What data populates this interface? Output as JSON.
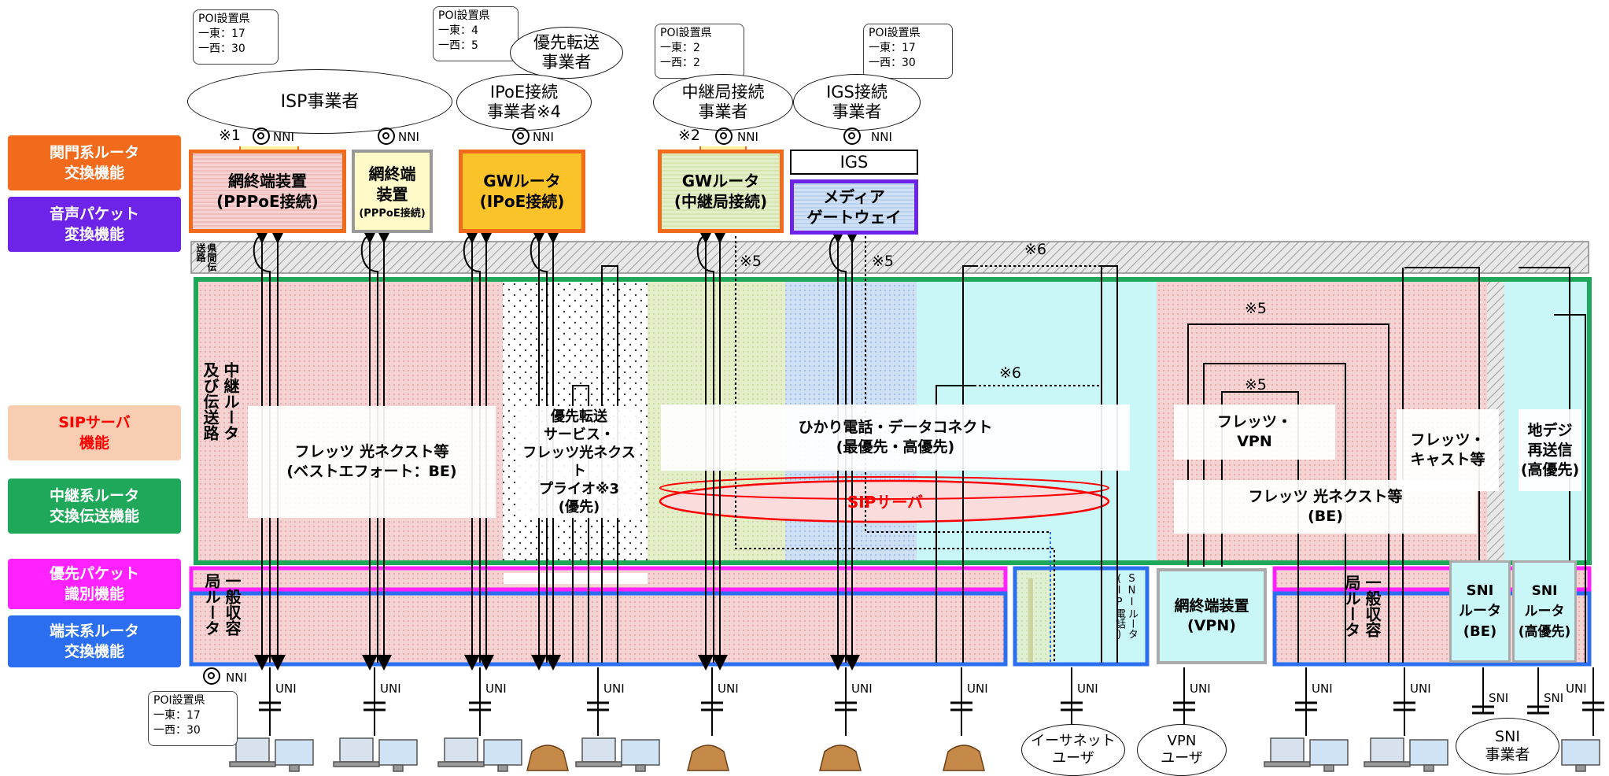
{
  "legend": [
    {
      "label": "関門系ルータ\n交換機能",
      "color": "#f26b1d"
    },
    {
      "label": "音声パケット\n変換機能",
      "color": "#6d24e8"
    },
    {
      "label": "SIPサーバ\n機能",
      "color": "#f8cdb1",
      "text_color": "#ff0000"
    },
    {
      "label": "中継系ルータ\n交換伝送機能",
      "color": "#1fa85a"
    },
    {
      "label": "優先パケット\n識別機能",
      "color": "#ff22ff"
    },
    {
      "label": "端末系ルータ\n交換機能",
      "color": "#2b6ff0"
    }
  ],
  "poi": {
    "isp": "POI設置県\n一東：17\n一西：30",
    "ipoe": "POI設置県\n一東：4\n一西：5",
    "relay": "POI設置県\n一東：2\n一西：2",
    "igs": "POI設置県\n一東：17\n一西：30",
    "bottom": "POI設置県\n一東：17\n一西：30"
  },
  "operators": {
    "isp": "ISP事業者",
    "priority": "優先転送\n事業者",
    "ipoe": "IPoE接続\n事業者※4",
    "relay": "中継局接続\n事業者",
    "igs": "IGS接続\n事業者",
    "ethernet": "イーサネット\nユーザ",
    "vpn": "VPN\nユーザ",
    "sni": "SNI\n事業者"
  },
  "equipment": {
    "nte_pppoe": "網終端装置\n(PPPoE接続)",
    "nte_pppoe2_a": "網終端\n装置",
    "nte_pppoe2_b": "(PPPoE接続)",
    "gw_ipoe": "GWルータ\n(IPoE接続)",
    "gw_relay": "GWルータ\n(中継局接続)",
    "igs": "IGS",
    "media_gw": "メディア\nゲートウェイ",
    "nte_vpn": "網終端装置\n(VPN)",
    "sni_be": "SNI\nルータ\n(BE)",
    "sni_high": "SNI\nルータ\n(高優先)"
  },
  "services": {
    "flets_be": "フレッツ 光ネクスト等\n(ベストエフォート：BE)",
    "priority": "優先転送\nサービス・\nフレッツ光ネクスト\nプライオ※3\n(優先)",
    "hikari": "ひかり電話・データコネクト\n(最優先・高優先)",
    "sip": "SIPサーバ",
    "flets_vpn": "フレッツ・\nVPN",
    "flets_cast": "フレッツ・\nキャスト等",
    "chideji": "地デジ\n再送信\n(高優先)",
    "flets_be2": "フレッツ 光ネクスト等\n(BE)"
  },
  "vertical_labels": {
    "transmission": "県間伝送路",
    "relay_router": "中継ルータ\n及び伝送路",
    "local_router": "一般収容\n局ルータ",
    "local_router2": "一般収容\n局ルータ",
    "sni_ip": "SNIルータ\n(IP電話)"
  },
  "labels": {
    "nni": "NNI",
    "uni": "UNI",
    "sni": "SNI",
    "note1": "※1",
    "note2": "※2",
    "note5": "※5",
    "note6": "※6"
  },
  "colors": {
    "orange": "#f26b1d",
    "purple": "#6d24e8",
    "green": "#1fa85a",
    "magenta": "#ff22ff",
    "blue": "#2b6ff0",
    "pink_area": "#f4c9c9",
    "cyan_area": "#c9f6f6"
  }
}
